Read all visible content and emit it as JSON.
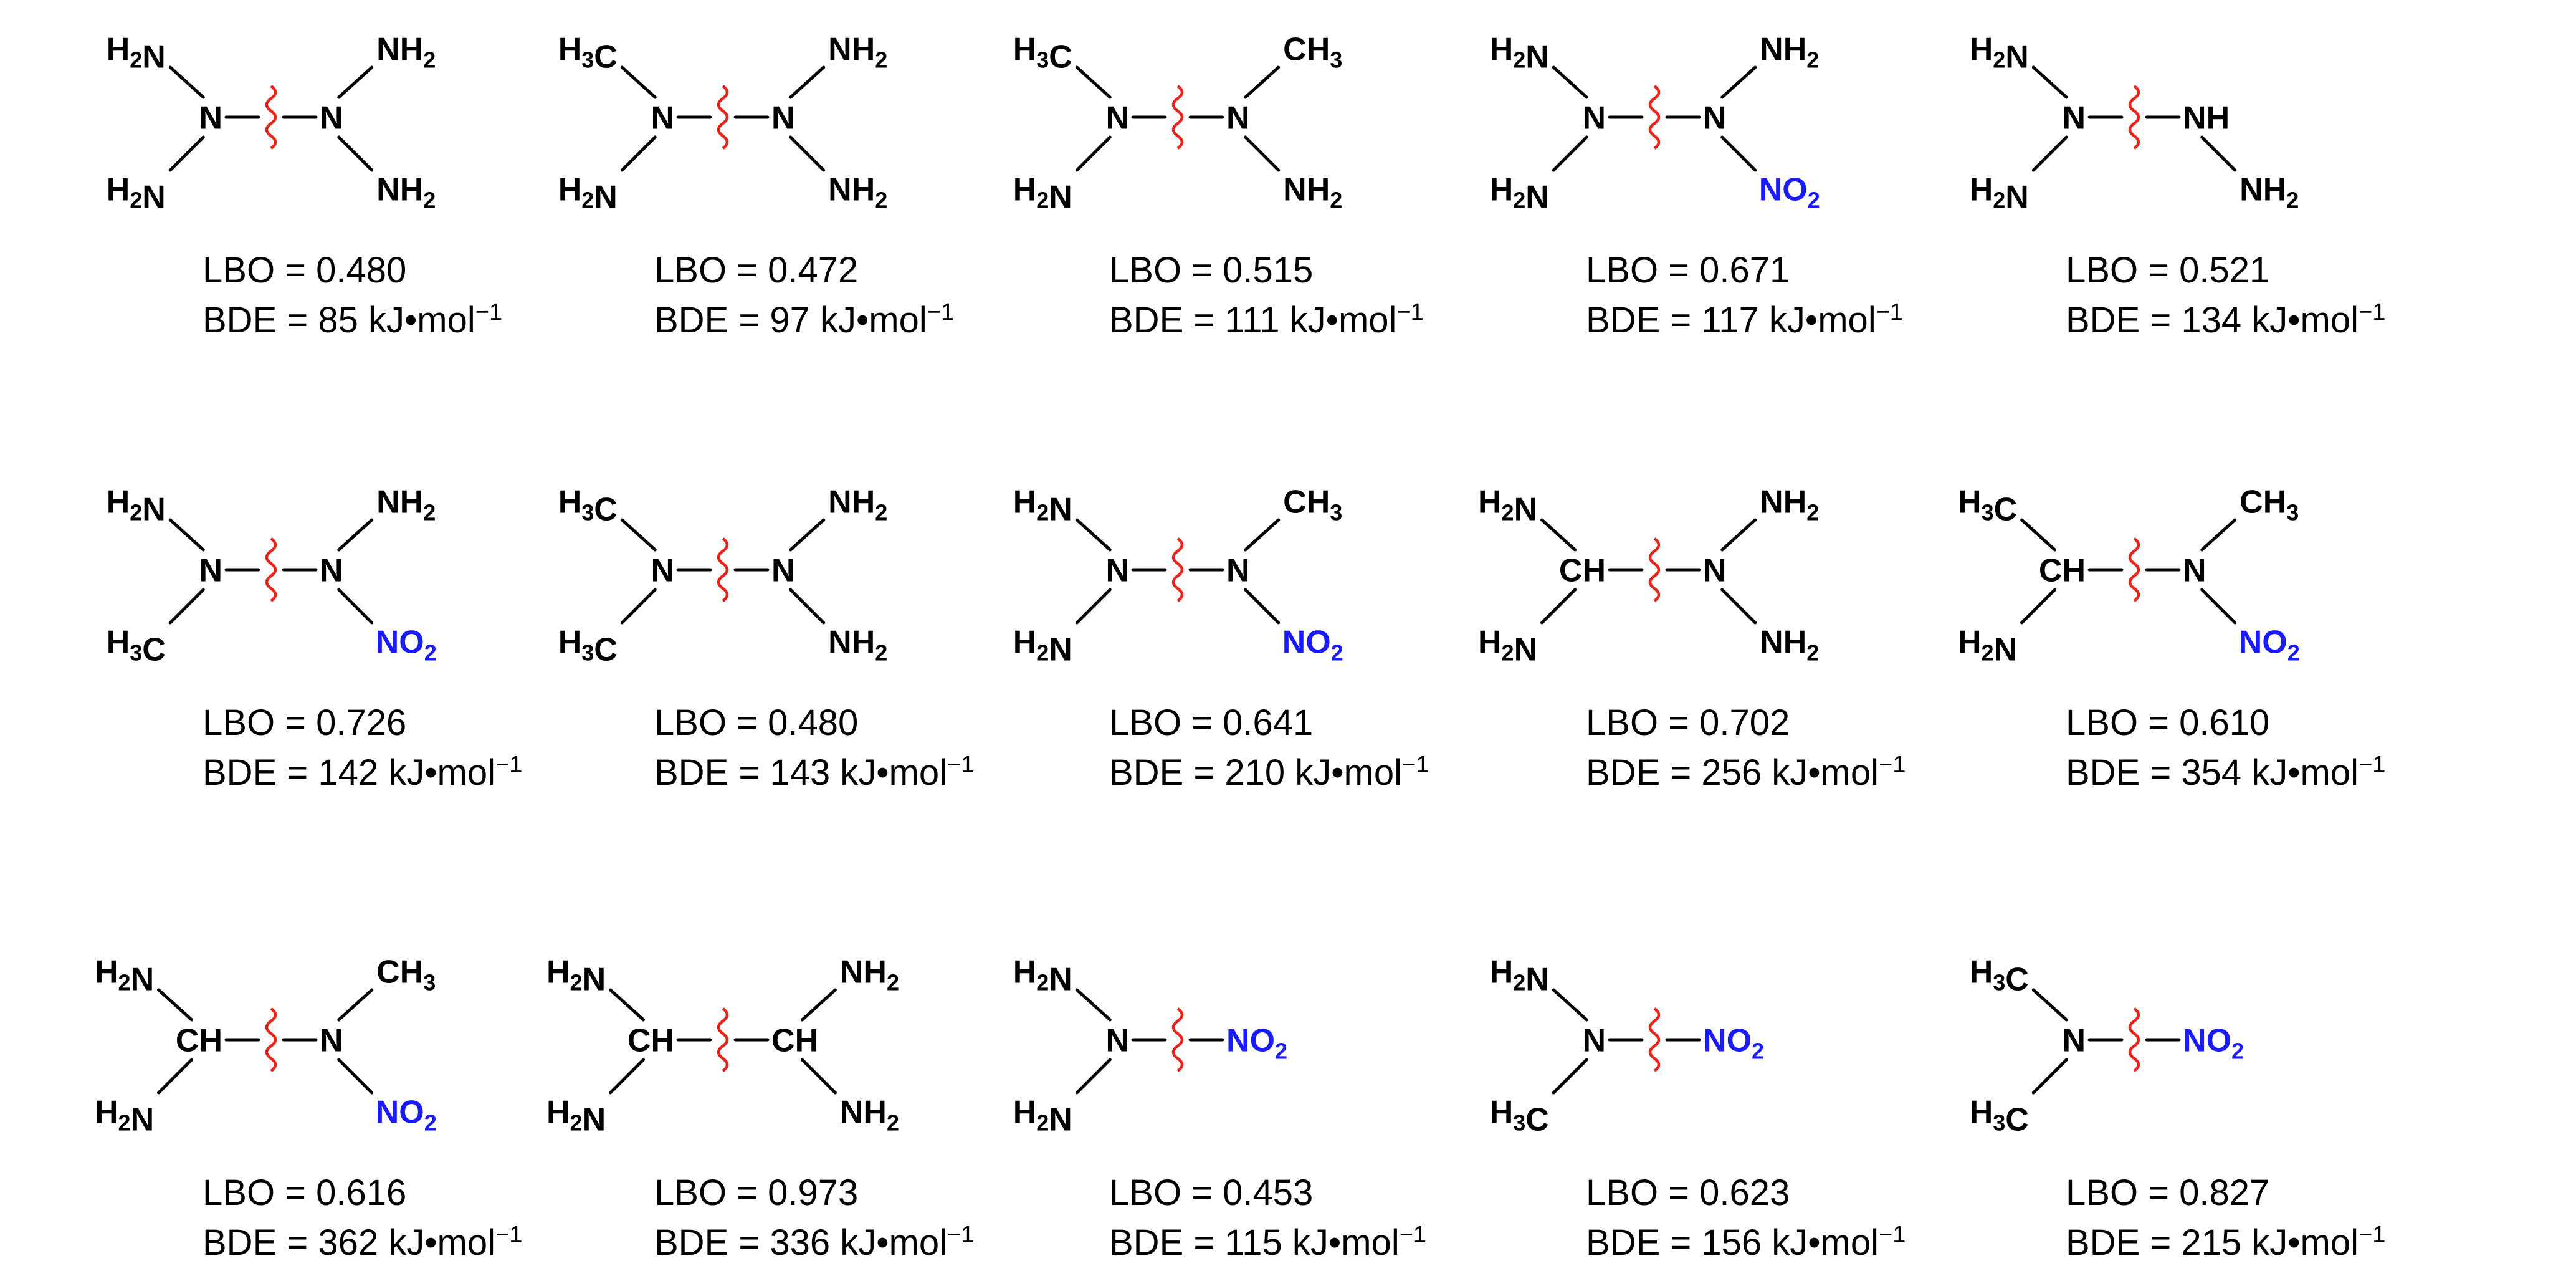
{
  "colors": {
    "text": "#000000",
    "bond": "#000000",
    "nitro": "#1a1aff",
    "cleavage_mark": "#e8231a"
  },
  "molecules": [
    {
      "left_center": "N",
      "right_center": "N",
      "left_top": "H2N",
      "left_bottom": "H2N",
      "right_top": "NH2",
      "right_bottom": "NH2",
      "lbo": "LBO = 0.480",
      "bde": "BDE = 85 kJ•mol",
      "bde_exp": "−1"
    },
    {
      "left_center": "N",
      "right_center": "N",
      "left_top": "H3C",
      "left_bottom": "H2N",
      "right_top": "NH2",
      "right_bottom": "NH2",
      "lbo": "LBO = 0.472",
      "bde": "BDE = 97 kJ•mol",
      "bde_exp": "−1"
    },
    {
      "left_center": "N",
      "right_center": "N",
      "left_top": "H3C",
      "left_bottom": "H2N",
      "right_top": "CH3",
      "right_bottom": "NH2",
      "lbo": "LBO = 0.515",
      "bde": "BDE = 111 kJ•mol",
      "bde_exp": "−1"
    },
    {
      "left_center": "N",
      "right_center": "N",
      "left_top": "H2N",
      "left_bottom": "H2N",
      "right_top": "NH2",
      "right_bottom": "NO2",
      "lbo": "LBO = 0.671",
      "bde": "BDE = 117 kJ•mol",
      "bde_exp": "−1"
    },
    {
      "left_center": "N",
      "right_center": "NH",
      "left_top": "H2N",
      "left_bottom": "H2N",
      "right_top": "",
      "right_bottom": "NH2",
      "lbo": "LBO = 0.521",
      "bde": "BDE = 134 kJ•mol",
      "bde_exp": "−1"
    },
    {
      "left_center": "N",
      "right_center": "N",
      "left_top": "H2N",
      "left_bottom": "H3C",
      "right_top": "NH2",
      "right_bottom": "NO2",
      "lbo": "LBO = 0.726",
      "bde": "BDE = 142 kJ•mol",
      "bde_exp": "−1"
    },
    {
      "left_center": "N",
      "right_center": "N",
      "left_top": "H3C",
      "left_bottom": "H3C",
      "right_top": "NH2",
      "right_bottom": "NH2",
      "lbo": "LBO = 0.480",
      "bde": "BDE = 143 kJ•mol",
      "bde_exp": "−1"
    },
    {
      "left_center": "N",
      "right_center": "N",
      "left_top": "H2N",
      "left_bottom": "H2N",
      "right_top": "CH3",
      "right_bottom": "NO2",
      "lbo": "LBO = 0.641",
      "bde": "BDE = 210 kJ•mol",
      "bde_exp": "−1"
    },
    {
      "left_center": "CH",
      "right_center": "N",
      "left_top": "H2N",
      "left_bottom": "H2N",
      "right_top": "NH2",
      "right_bottom": "NH2",
      "lbo": "LBO = 0.702",
      "bde": "BDE = 256 kJ•mol",
      "bde_exp": "−1"
    },
    {
      "left_center": "CH",
      "right_center": "N",
      "left_top": "H3C",
      "left_bottom": "H2N",
      "right_top": "CH3",
      "right_bottom": "NO2",
      "lbo": "LBO = 0.610",
      "bde": "BDE = 354 kJ•mol",
      "bde_exp": "−1"
    },
    {
      "left_center": "CH",
      "right_center": "N",
      "left_top": "H2N",
      "left_bottom": "H2N",
      "right_top": "CH3",
      "right_bottom": "NO2",
      "lbo": "LBO = 0.616",
      "bde": "BDE = 362 kJ•mol",
      "bde_exp": "−1"
    },
    {
      "left_center": "CH",
      "right_center": "CH",
      "left_top": "H2N",
      "left_bottom": "H2N",
      "right_top": "NH2",
      "right_bottom": "NH2",
      "lbo": "LBO = 0.973",
      "bde": "BDE = 336 kJ•mol",
      "bde_exp": "−1"
    },
    {
      "left_center": "N",
      "right_center": "NO2",
      "left_top": "H2N",
      "left_bottom": "H2N",
      "right_top": "",
      "right_bottom": "",
      "lbo": "LBO = 0.453",
      "bde": "BDE = 115 kJ•mol",
      "bde_exp": "−1"
    },
    {
      "left_center": "N",
      "right_center": "NO2",
      "left_top": "H2N",
      "left_bottom": "H3C",
      "right_top": "",
      "right_bottom": "",
      "lbo": "LBO = 0.623",
      "bde": "BDE = 156 kJ•mol",
      "bde_exp": "−1"
    },
    {
      "left_center": "N",
      "right_center": "NO2",
      "left_top": "H3C",
      "left_bottom": "H3C",
      "right_top": "",
      "right_bottom": "",
      "lbo": "LBO = 0.827",
      "bde": "BDE = 215 kJ•mol",
      "bde_exp": "−1"
    }
  ]
}
